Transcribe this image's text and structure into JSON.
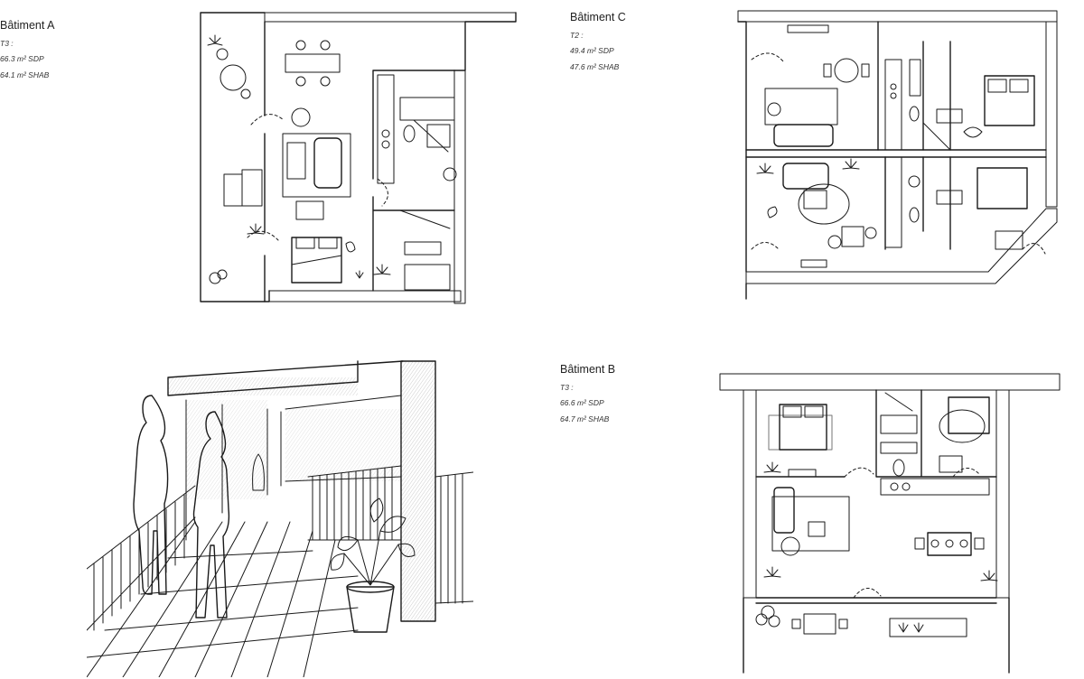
{
  "buildings": [
    {
      "id": "A",
      "name": "Bâtiment A",
      "type": "T3 :",
      "sdp": "66.3 m² SDP",
      "shab": "64.1 m² SHAB"
    },
    {
      "id": "C",
      "name": "Bâtiment C",
      "type": "T2 :",
      "sdp": "49.4 m² SDP",
      "shab": "47.6 m² SHAB"
    },
    {
      "id": "B",
      "name": "Bâtiment B",
      "type": "T3 :",
      "sdp": "66.6 m² SDP",
      "shab": "64.7 m² SHAB"
    }
  ],
  "icons": [
    "hatched-wall",
    "bed-icon",
    "sofa-icon",
    "dining-table-icon",
    "plant-icon",
    "sink-icon",
    "toilet-icon",
    "bathtub-icon",
    "person-silhouette",
    "potted-plant-icon"
  ]
}
